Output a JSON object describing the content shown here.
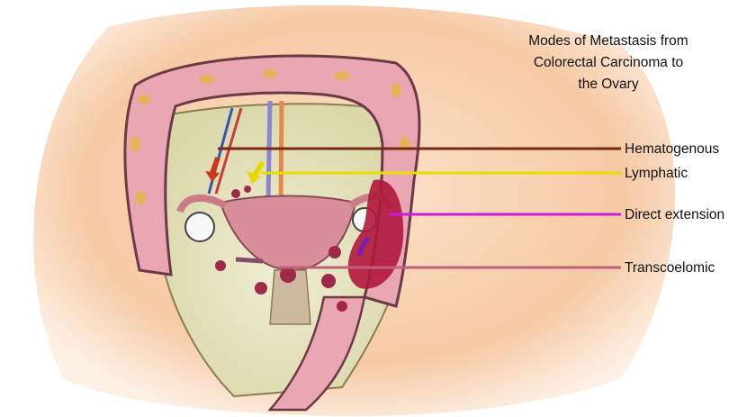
{
  "title_lines": [
    "Modes of Metastasis from",
    "Colorectal Carcinoma to",
    "the Ovary"
  ],
  "labels": [
    {
      "key": "hematogenous",
      "text": "Hematogenous",
      "color": "#7a2a14"
    },
    {
      "key": "lymphatic",
      "text": "Lymphatic",
      "color": "#e6e000"
    },
    {
      "key": "direct",
      "text": "Direct extension",
      "color": "#c81ed8"
    },
    {
      "key": "transcoelomic",
      "text": "Transcoelomic",
      "color": "#c0607a"
    }
  ],
  "colors": {
    "skin": "#f6c9a4",
    "colon": "#e9a7b4",
    "pelvis": "#e8e6bf",
    "uterus": "#d98f99",
    "tumor": "#b0183c"
  }
}
